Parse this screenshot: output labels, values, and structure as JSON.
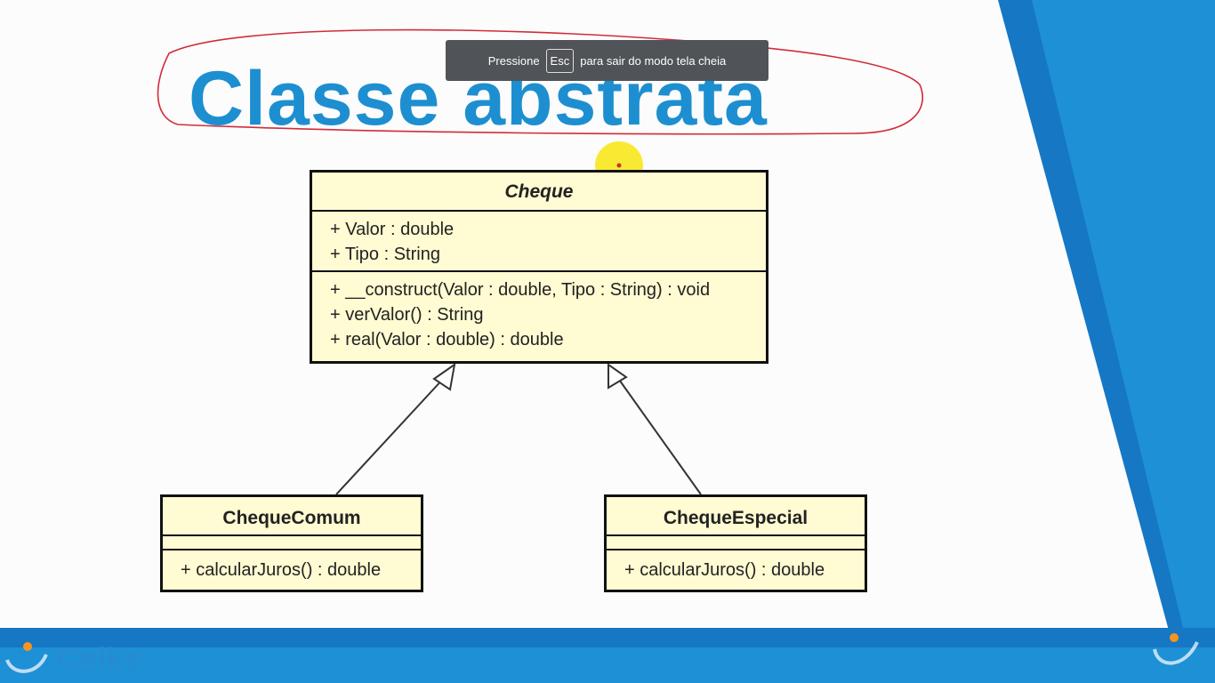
{
  "slide": {
    "title": "Classe abstrata",
    "colors": {
      "title": "#1d8fd0",
      "umlFill": "#fffbd2",
      "accentBlue": "#1677c4",
      "annotationRed": "#d22b3a",
      "pointerYellow": "#f7e81c"
    }
  },
  "fullscreen_toast": {
    "prefix": "Pressione",
    "key": "Esc",
    "suffix": "para sair do modo tela cheia"
  },
  "uml": {
    "cheque": {
      "name": "Cheque",
      "attributes": [
        "+ Valor : double",
        "+ Tipo : String"
      ],
      "methods": [
        "+ __construct(Valor : double, Tipo : String) : void",
        "+ verValor() : String",
        "+ real(Valor : double) : double"
      ]
    },
    "cheque_comum": {
      "name": "ChequeComum",
      "methods": [
        "+ calcularJuros() : double"
      ]
    },
    "cheque_especial": {
      "name": "ChequeEspecial",
      "methods": [
        "+ calcularJuros() : double"
      ]
    }
  },
  "footer": {
    "logo_text": "Celke"
  }
}
